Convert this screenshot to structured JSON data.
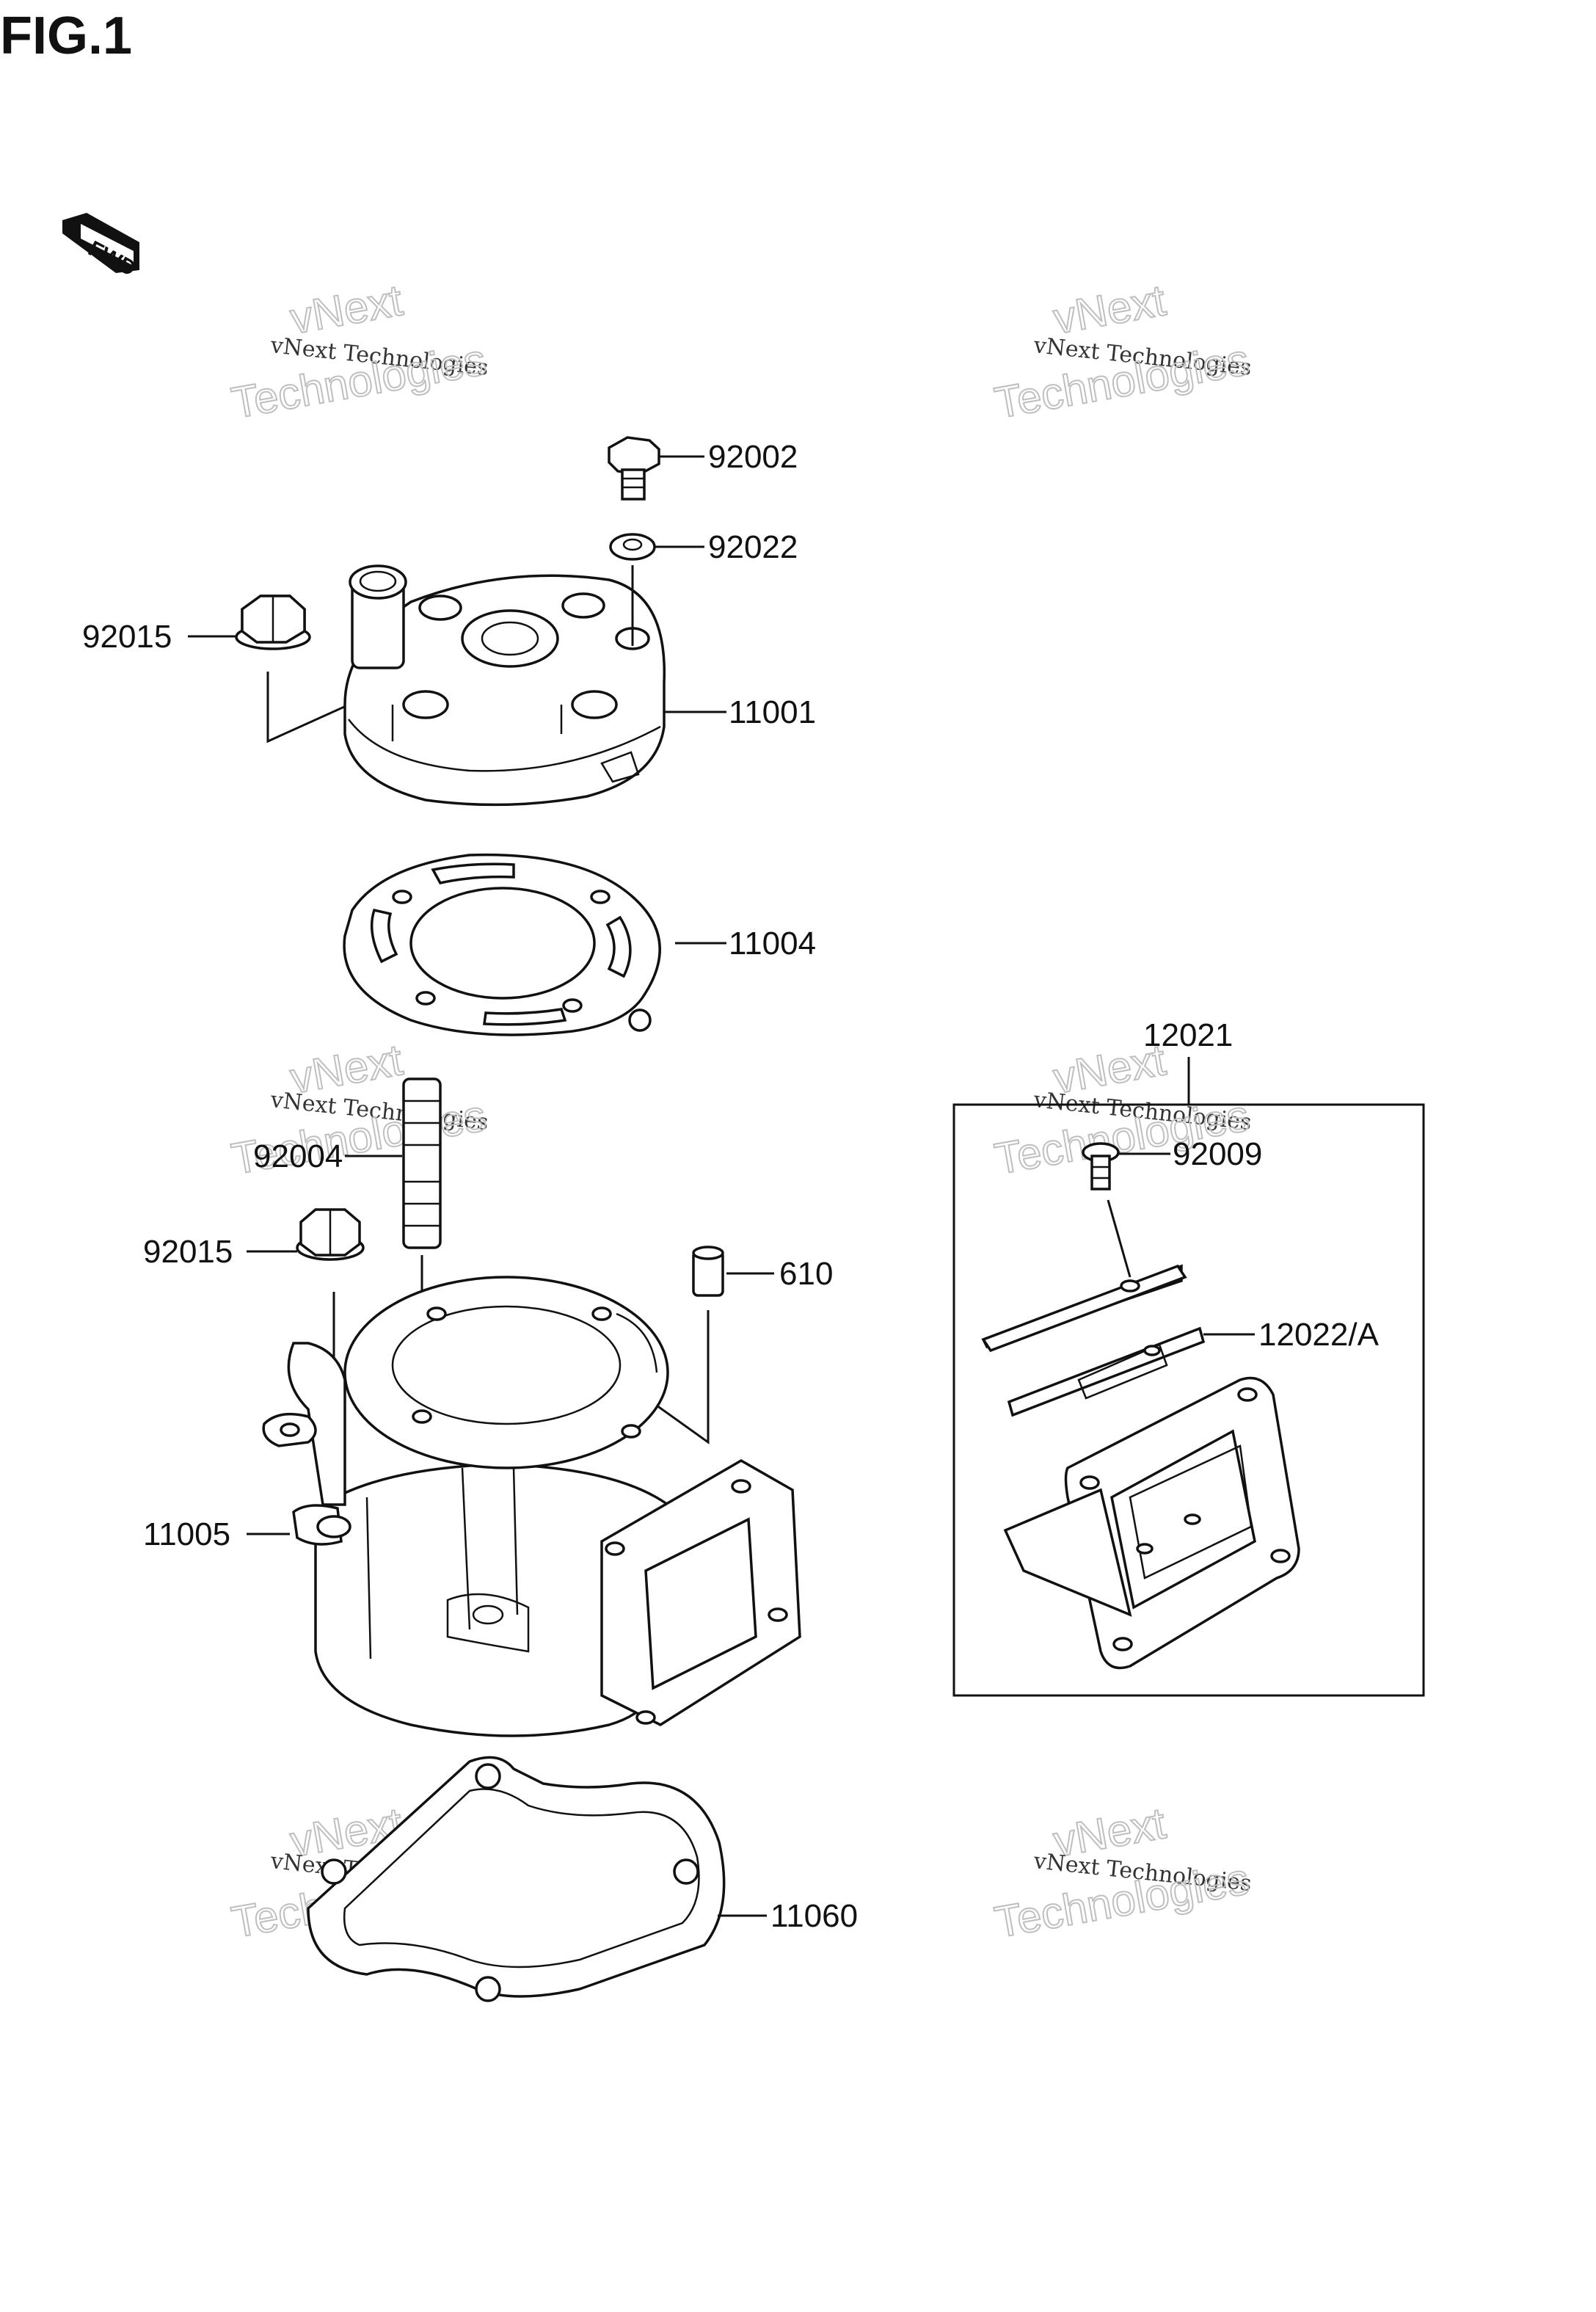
{
  "figure_title": "FIG.1",
  "fwd_arrow_text": "FWD",
  "watermark": {
    "line1": "vNext",
    "line2": "vNext Technologies",
    "line3": "Technologies"
  },
  "part_labels": {
    "p92002": "92002",
    "p92022": "92022",
    "p92015_top": "92015",
    "p11001": "11001",
    "p11004": "11004",
    "p92004": "92004",
    "p92015_mid": "92015",
    "p610": "610",
    "p11005": "11005",
    "p11060": "11060",
    "p12021": "12021",
    "p92009": "92009",
    "p12022": "12022/A"
  }
}
